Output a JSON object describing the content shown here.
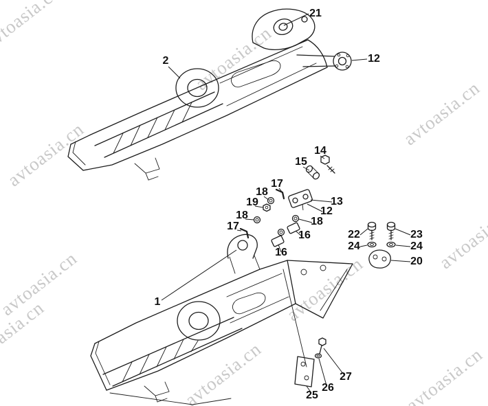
{
  "figure_title": "",
  "watermark": {
    "text": "avtoasia.cn"
  },
  "colors": {
    "background": "#ffffff",
    "ink": "#1c1c1c",
    "watermark": "#a8a8a8"
  },
  "callouts": [
    {
      "label": "21"
    },
    {
      "label": "2"
    },
    {
      "label": "12"
    },
    {
      "label": "14"
    },
    {
      "label": "15"
    },
    {
      "label": "17"
    },
    {
      "label": "18"
    },
    {
      "label": "19"
    },
    {
      "label": "18"
    },
    {
      "label": "13"
    },
    {
      "label": "12"
    },
    {
      "label": "18"
    },
    {
      "label": "16"
    },
    {
      "label": "17"
    },
    {
      "label": "16"
    },
    {
      "label": "22"
    },
    {
      "label": "23"
    },
    {
      "label": "24"
    },
    {
      "label": "24"
    },
    {
      "label": "20"
    },
    {
      "label": "1"
    },
    {
      "label": "25"
    },
    {
      "label": "26"
    },
    {
      "label": "27"
    }
  ]
}
